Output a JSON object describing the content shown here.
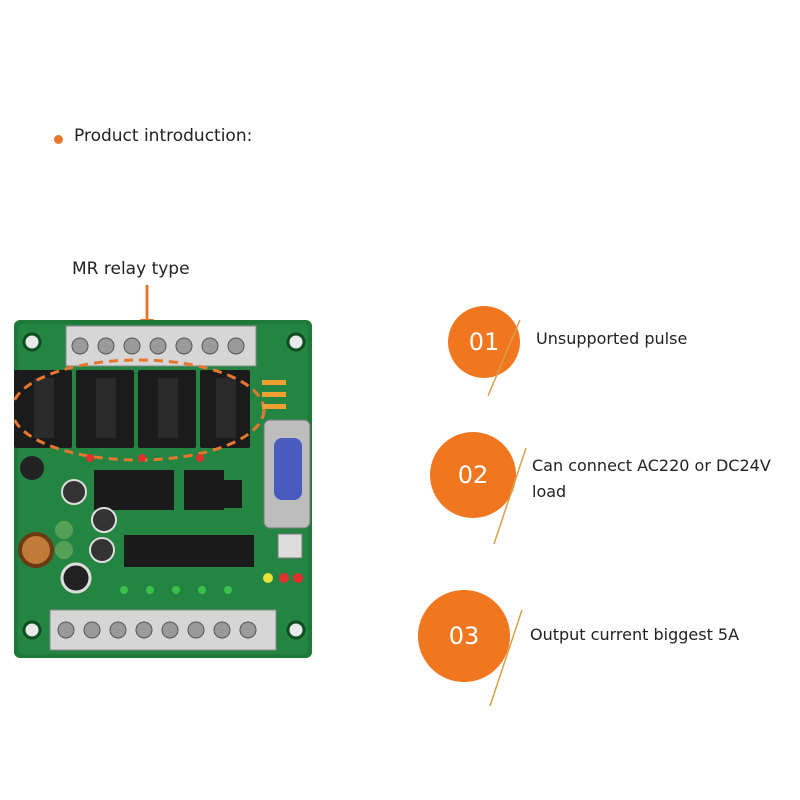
{
  "heading": "Product introduction:",
  "callout_label": "MR relay type",
  "features": [
    {
      "number": "01",
      "text": "Unsupported pulse"
    },
    {
      "number": "02",
      "text": "Can connect AC220 or DC24V load"
    },
    {
      "number": "03",
      "text": "Output current biggest 5A"
    }
  ],
  "colors": {
    "accent": "#f0761f",
    "board_green": "#1f7a3a"
  }
}
